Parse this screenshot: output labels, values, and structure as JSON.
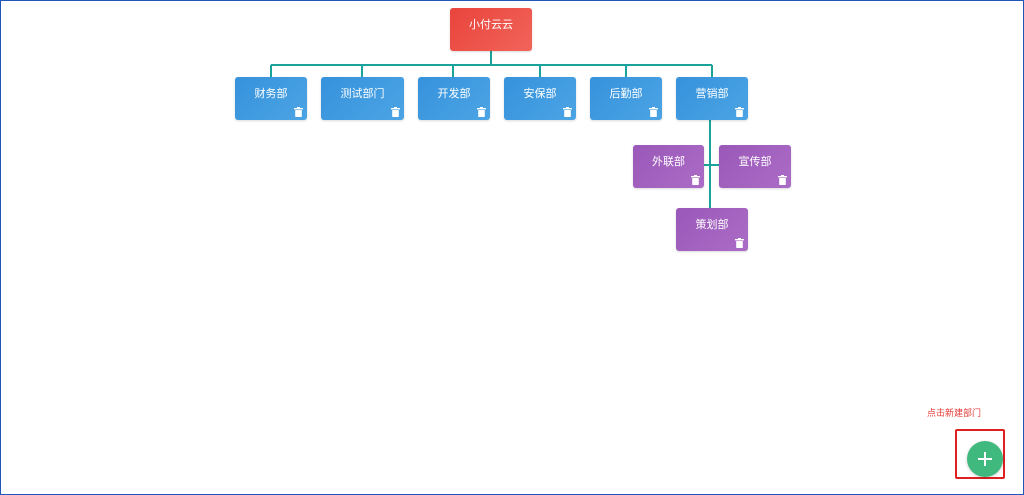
{
  "org_chart": {
    "root": {
      "label": "小付云云"
    },
    "departments": [
      {
        "label": "财务部"
      },
      {
        "label": "测试部门"
      },
      {
        "label": "开发部"
      },
      {
        "label": "安保部"
      },
      {
        "label": "后勤部"
      },
      {
        "label": "营销部"
      }
    ],
    "sub_departments": [
      {
        "label": "外联部"
      },
      {
        "label": "宣传部"
      },
      {
        "label": "策划部"
      }
    ]
  },
  "add_department": {
    "hint": "点击新建部门",
    "icon": "plus-icon"
  },
  "colors": {
    "root": "#e8443c",
    "department": "#3692dc",
    "sub_department": "#9a58b8",
    "connector": "#1aa39b",
    "add_button": "#3fb97e",
    "hint": "#e53935",
    "frame": "#1e57b8"
  },
  "icons": {
    "delete": "trash-icon",
    "add": "plus-icon"
  }
}
